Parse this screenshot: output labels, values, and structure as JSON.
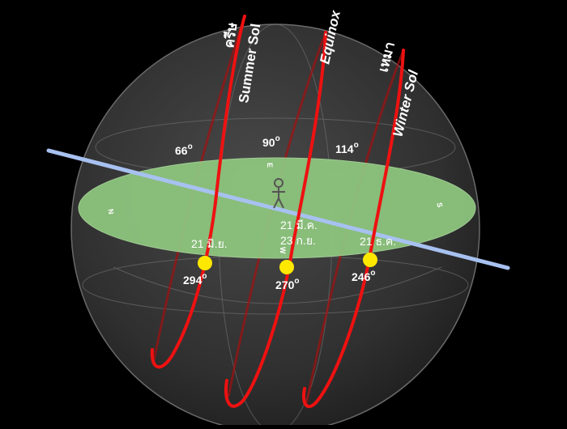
{
  "paths": {
    "summer": {
      "title": "Summer Sol",
      "prefix": "ครีษ",
      "date": "21 มิ.ย.",
      "azimuth": "294",
      "noon_altitude": "66"
    },
    "equinox": {
      "title": "Equinox",
      "date_line1": "21 มี.ค.",
      "date_line2": "23 ก.ย.",
      "azimuth": "270",
      "noon_altitude": "90"
    },
    "winter": {
      "title": "Winter Sol",
      "prefix": "เหมา",
      "date": "21 ธ.ค.",
      "azimuth": "246",
      "noon_altitude": "114"
    }
  },
  "degree_symbol": "o",
  "cardinals": {
    "north": "N",
    "east": "E",
    "south": "S",
    "west": "W"
  },
  "colors": {
    "background": "#000000",
    "horizon_plane": "#8fc77f",
    "sun_path": "#ee1111",
    "sun": "#ffe800",
    "celestial_axis": "#a7c1f0",
    "sphere": "#3a3a3a"
  }
}
